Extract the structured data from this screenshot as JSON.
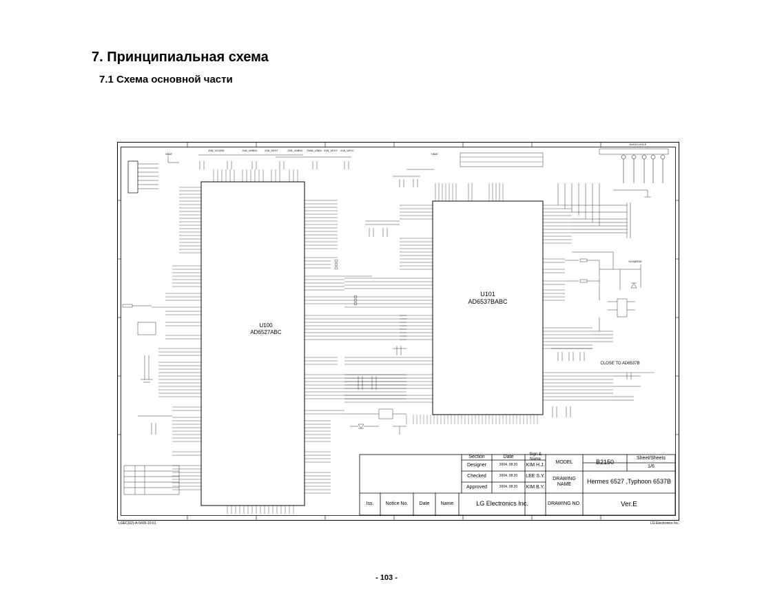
{
  "page": {
    "title": "7. Принципиальная схема",
    "subtitle": "7.1 Схема основной части",
    "page_number": "- 103 -",
    "footer_left": "LGEC(02)-A-5605-10:01",
    "footer_right": "LG Electronics Inc."
  },
  "schematic": {
    "chips": [
      {
        "ref": "U100",
        "part": "AD6527ABC"
      },
      {
        "ref": "U101",
        "part": "AD6537BABC"
      }
    ],
    "note_close": "CLOSE TO AD6537B",
    "rail_labels": [
      "1V8_VCORE",
      "2V8_VMEM",
      "2V8_VEXT",
      "2V8_VMEM",
      "2V65_VSIM",
      "2V8_VEXT",
      "1V8_VRTC",
      "VBAT",
      "VBAT",
      "VCHARGE",
      "AUDIO HOLE"
    ]
  },
  "title_block": {
    "col_section": "Section",
    "col_date": "Date",
    "col_sign": "Sign & Name",
    "rows": [
      {
        "role": "Designer",
        "date": "2004. 08.20",
        "name": "KIM H.J."
      },
      {
        "role": "Checked",
        "date": "2004. 08.20",
        "name": "LEE S.Y."
      },
      {
        "role": "Approved",
        "date": "2004. 08.20",
        "name": "KIM B.Y."
      }
    ],
    "model_label": "MODEL",
    "model_value": "B2150",
    "sheet_label": "Sheet/Sheets",
    "sheet_value": "1/6",
    "drawing_name_label": "DRAWING NAME",
    "drawing_name_value": "Hermes 6527 ,Typhoon 6537B",
    "drawing_no_label": "DRAWING NO.",
    "drawing_no_value": "Ver.E",
    "company": "LG Electronics Inc.",
    "iss": "Iss.",
    "notice_no": "Notice No.",
    "date": "Date",
    "name": "Name"
  }
}
